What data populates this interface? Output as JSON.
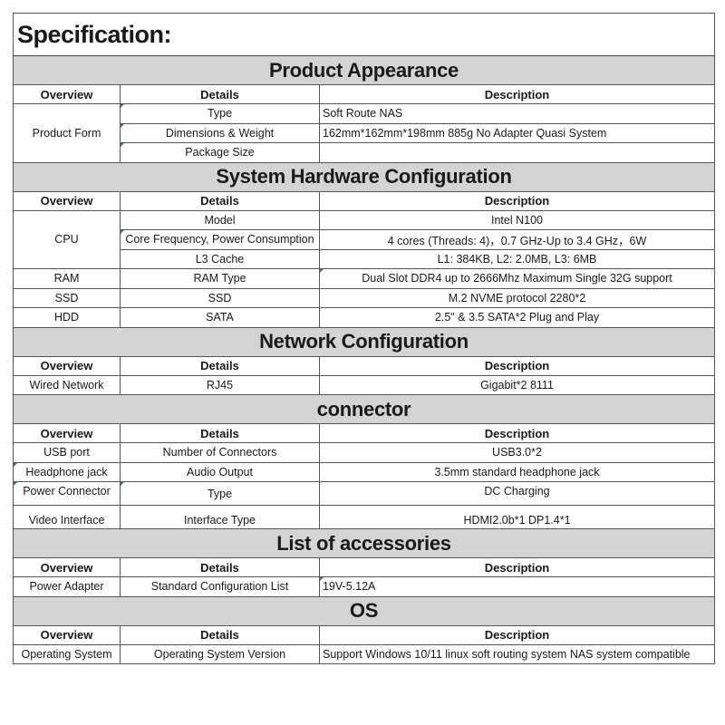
{
  "title": "Specification:",
  "headers": {
    "overview": "Overview",
    "details": "Details",
    "description": "Description"
  },
  "sections": {
    "appearance": {
      "title": "Product Appearance",
      "group": "Product Form",
      "rows": [
        {
          "details": "Type",
          "description": "Soft Route NAS"
        },
        {
          "details": "Dimensions & Weight",
          "description": "162mm*162mm*198mm 885g No Adapter Quasi System"
        },
        {
          "details": "Package Size",
          "description": ""
        }
      ]
    },
    "hardware": {
      "title": "System Hardware Configuration",
      "cpu_group": "CPU",
      "cpu_rows": [
        {
          "details": "Model",
          "description": "Intel N100"
        },
        {
          "details": "Core Frequency, Power Consumption",
          "description": "4 cores (Threads: 4)，0.7 GHz-Up to 3.4 GHz，6W"
        },
        {
          "details": "L3 Cache",
          "description": "L1: 384KB, L2: 2.0MB, L3: 6MB"
        }
      ],
      "rows": [
        {
          "overview": "RAM",
          "details": "RAM Type",
          "description": "Dual Slot DDR4 up to 2666Mhz Maximum Single 32G support"
        },
        {
          "overview": "SSD",
          "details": "SSD",
          "description": "M.2 NVME protocol 2280*2"
        },
        {
          "overview": "HDD",
          "details": "SATA",
          "description": "2.5\"  & 3.5 SATA*2 Plug and Play"
        }
      ]
    },
    "network": {
      "title": "Network Configuration",
      "rows": [
        {
          "overview": "Wired Network",
          "details": "RJ45",
          "description": "Gigabit*2 8111"
        }
      ]
    },
    "connector": {
      "title": "connector",
      "rows": [
        {
          "overview": "USB port",
          "details": "Number of Connectors",
          "description": "USB3.0*2"
        },
        {
          "overview": "Headphone jack",
          "details": "Audio Output",
          "description": "3.5mm standard headphone jack"
        },
        {
          "overview": "Power Connector",
          "details": "Type",
          "description": "DC Charging"
        },
        {
          "overview": "Video Interface",
          "details": "Interface Type",
          "description": "HDMI2.0b*1 DP1.4*1"
        }
      ]
    },
    "accessories": {
      "title": "List of accessories",
      "rows": [
        {
          "overview": "Power Adapter",
          "details": "Standard Configuration List",
          "description": "19V-5.12A"
        }
      ]
    },
    "os": {
      "title": "OS",
      "rows": [
        {
          "overview": "Operating System",
          "details": "Operating System Version",
          "description": "Support Windows 10/11 linux soft routing system NAS system compatible"
        }
      ]
    }
  },
  "colors": {
    "section_bg": "#d4d4d4",
    "border": "#555555",
    "cell_marker": "#2e8b3a"
  }
}
